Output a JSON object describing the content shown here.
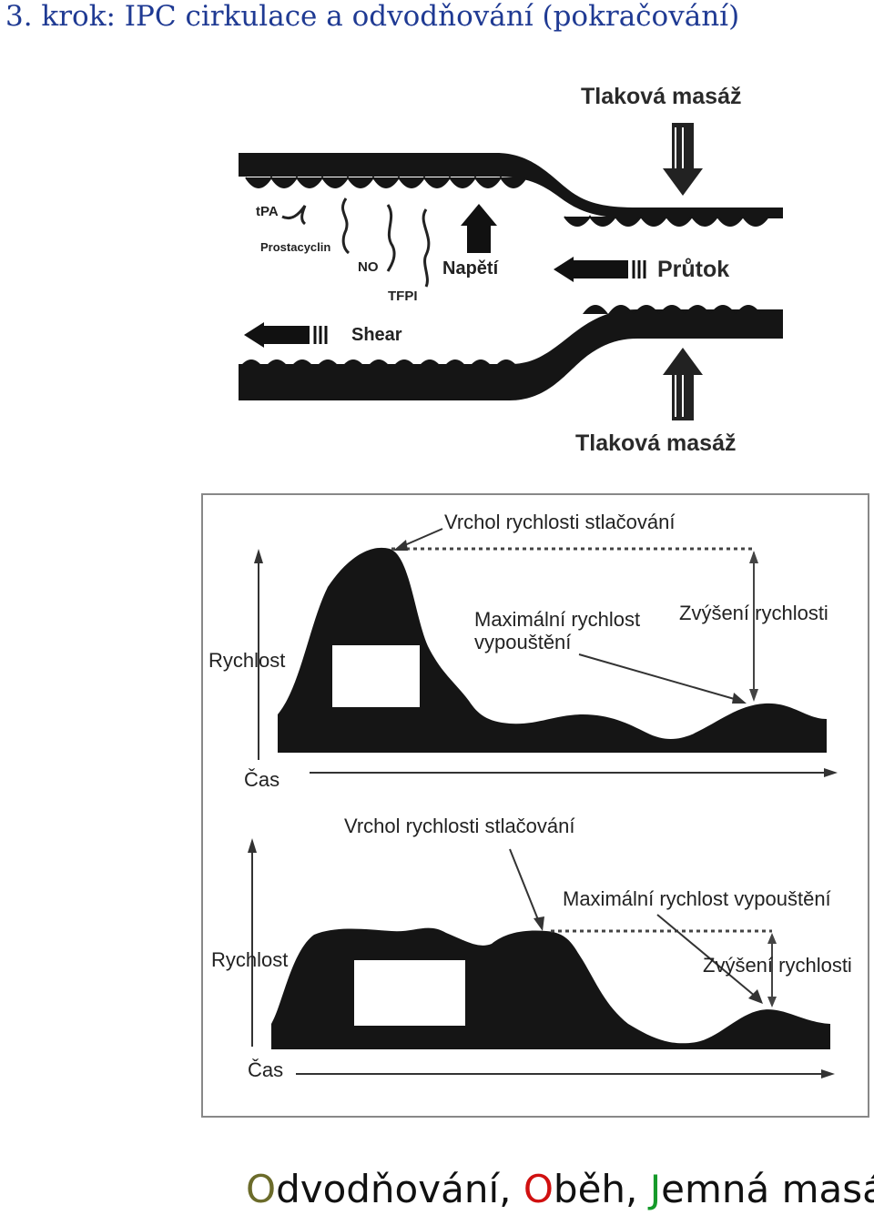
{
  "header": {
    "title": "3. krok: IPC cirkulace a odvodňování (pokračování)"
  },
  "vessel_diagram": {
    "label_top": "Tlaková masáž",
    "label_bottom": "Tlaková masáž",
    "label_flow": "Průtok",
    "label_tension": "Napětí",
    "label_shear": "Shear",
    "label_tpa": "tPA",
    "label_prostacyclin": "Prostacyclin",
    "label_no": "NO",
    "label_tfpi": "TFPI"
  },
  "velocity_charts": {
    "top": {
      "peak_label": "Vrchol rychlosti stlačování",
      "max_deflate_label": [
        "Maximální rychlost",
        "vypouštění"
      ],
      "increase_label": "Zvýšení rychlosti",
      "y_label": "Rychlost",
      "x_label": "Čas"
    },
    "bottom": {
      "peak_label": "Vrchol rychlosti stlačování",
      "max_deflate_label": "Maximální rychlost vypouštění",
      "increase_label": "Zvýšení rychlosti",
      "y_label": "Rychlost",
      "x_label": "Čas"
    }
  },
  "footer": {
    "w1_first": "O",
    "w1_rest": "dvodňování, ",
    "w2_first": "O",
    "w2_rest": "běh, ",
    "w3_first": "J",
    "w3_rest": "emná masáž"
  }
}
